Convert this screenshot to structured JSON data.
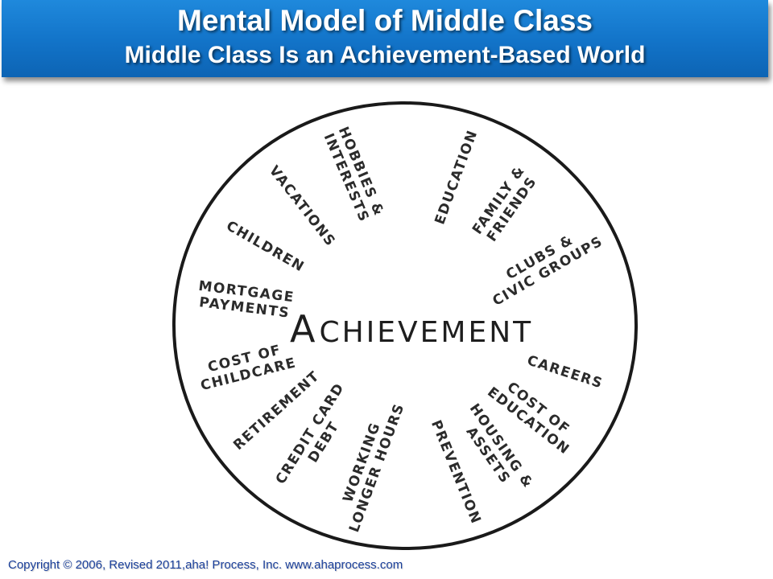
{
  "banner": {
    "title": "Mental Model of Middle Class",
    "subtitle": "Middle Class Is an Achievement-Based World"
  },
  "diagram": {
    "center_label": "Achievement",
    "center_first_letter": "A",
    "center_rest": "CHIEVEMENT",
    "labels": [
      {
        "id": "hobbies",
        "lines": [
          "HOBBIES &",
          "INTERESTS"
        ]
      },
      {
        "id": "education",
        "lines": [
          "EDUCATION"
        ]
      },
      {
        "id": "family",
        "lines": [
          "FAMILY &",
          "FRIENDS"
        ]
      },
      {
        "id": "vacations",
        "lines": [
          "VACATIONS"
        ]
      },
      {
        "id": "children",
        "lines": [
          "CHILDREN"
        ]
      },
      {
        "id": "clubs",
        "lines": [
          "CLUBS &",
          "CIVIC GROUPS"
        ]
      },
      {
        "id": "mortgage",
        "lines": [
          "MORTGAGE",
          "PAYMENTS"
        ]
      },
      {
        "id": "childcare",
        "lines": [
          "COST OF",
          "CHILDCARE"
        ]
      },
      {
        "id": "careers",
        "lines": [
          "CAREERS"
        ]
      },
      {
        "id": "cost-education",
        "lines": [
          "COST OF",
          "EDUCATION"
        ]
      },
      {
        "id": "retirement",
        "lines": [
          "RETIREMENT"
        ]
      },
      {
        "id": "credit-card",
        "lines": [
          "CREDIT CARD",
          "DEBT"
        ]
      },
      {
        "id": "housing",
        "lines": [
          "HOUSING &",
          "ASSETS"
        ]
      },
      {
        "id": "working",
        "lines": [
          "WORKING",
          "LONGER HOURS"
        ]
      },
      {
        "id": "prevention",
        "lines": [
          "PREVENTION"
        ]
      }
    ]
  },
  "footer": {
    "copyright": "Copyright © 2006, Revised 2011,aha! Process, Inc. www.ahaprocess.com"
  },
  "colors": {
    "banner_blue": "#1273c8",
    "copyright_blue": "#1a3f9a",
    "ink": "#2b2b2b"
  }
}
